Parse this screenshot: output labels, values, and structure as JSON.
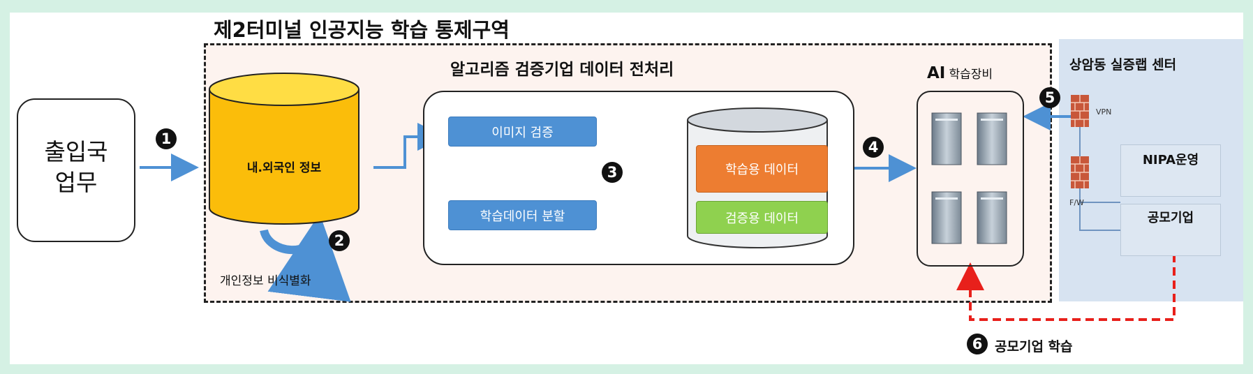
{
  "title": "제2터미널 인공지능 학습 통제구역",
  "immigration": "출입국\n업무",
  "database_label": "내.외국인 정보",
  "anonymize_label": "개인정보 비식별화",
  "preprocess_title": "알고리즘 검증기업 데이터 전처리",
  "image_verify": "이미지 검증",
  "split_data": "학습데이터 분할",
  "train_data": "학습용 데이터",
  "validation_data": "검증용 데이터",
  "ai_equipment_prefix": "AI",
  "ai_equipment_suffix": "학습장비",
  "lab_title": "상암동 실증랩 센터",
  "vpn": "VPN",
  "fw": "F/W",
  "nipa": "NIPA운영",
  "company": "공모기업",
  "company_training": "공모기업 학습",
  "steps": [
    "1",
    "2",
    "3",
    "4",
    "5",
    "6"
  ]
}
